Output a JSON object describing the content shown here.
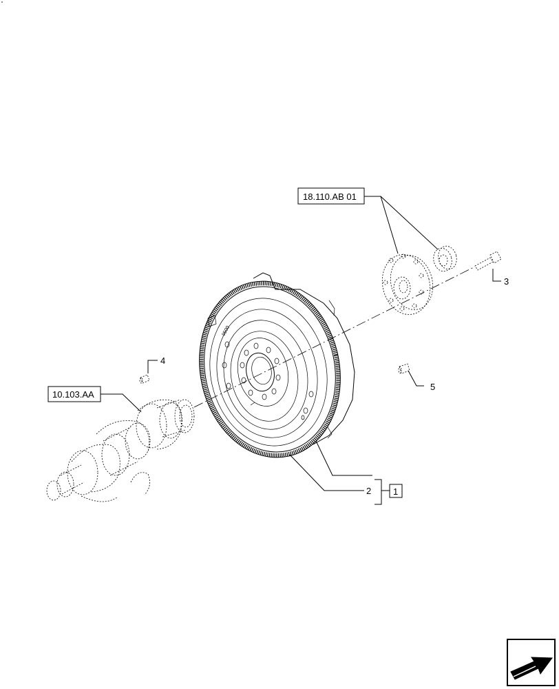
{
  "callouts": {
    "ref_gear": "18.110.AB 01",
    "ref_crank": "10.103.AA",
    "item_1": "1",
    "item_2": "2",
    "item_3": "3",
    "item_4": "4",
    "item_5": "5"
  },
  "flywheel_marking": "9500",
  "icons": {
    "nav": "arrow-next-page-icon"
  }
}
